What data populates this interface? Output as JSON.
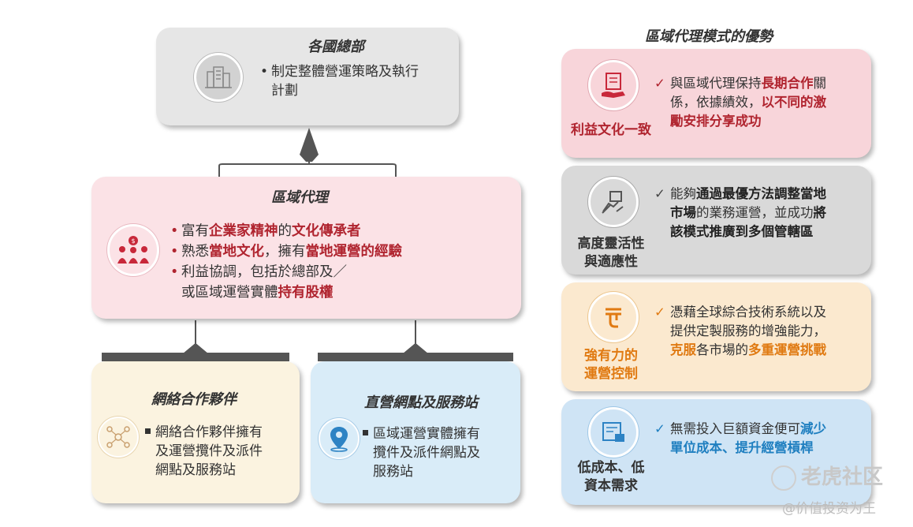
{
  "hq": {
    "title": "各國總部",
    "bullet": [
      "制定整體營運策略及執行",
      "計劃"
    ]
  },
  "regional": {
    "title": "區域代理",
    "bullets": [
      [
        {
          "t": "富有"
        },
        {
          "t": "企業家精神",
          "hl": "red"
        },
        {
          "t": "的"
        },
        {
          "t": "文化傳承者",
          "hl": "red"
        }
      ],
      [
        {
          "t": "熟悉"
        },
        {
          "t": "當地文化",
          "hl": "red"
        },
        {
          "t": "，擁有"
        },
        {
          "t": "當地運營的經驗",
          "hl": "red"
        }
      ],
      [
        {
          "t": "利益協調，包括於總部及／"
        }
      ],
      [
        {
          "t": "或區域運營實體"
        },
        {
          "t": "持有股權",
          "hl": "red"
        }
      ]
    ]
  },
  "network": {
    "title": "網絡合作夥伴",
    "lines": [
      "網絡合作夥伴擁有",
      "及運營攬件及派件",
      "網點及服務站"
    ]
  },
  "direct": {
    "title": "直營網點及服務站",
    "lines": [
      "區域運營實體擁有",
      "攬件及派件網點及",
      "服務站"
    ]
  },
  "advantages": {
    "title": "區域代理模式的優勢",
    "items": [
      {
        "label": [
          "利益文化一致"
        ],
        "lines": [
          [
            {
              "t": "與區域代理保持"
            },
            {
              "t": "長期合作",
              "hl": "red"
            },
            {
              "t": "關"
            }
          ],
          [
            {
              "t": "係，依據績效，"
            },
            {
              "t": "以不同的激",
              "hl": "red"
            }
          ],
          [
            {
              "t": "勵安排分享成功",
              "hl": "red"
            }
          ]
        ]
      },
      {
        "label": [
          "高度靈活性",
          "與適應性"
        ],
        "lines": [
          [
            {
              "t": "能夠"
            },
            {
              "t": "通過最優方法調整當地",
              "hl": "dark"
            }
          ],
          [
            {
              "t": "市場",
              "hl": "dark"
            },
            {
              "t": "的業務運營，並成功"
            },
            {
              "t": "將",
              "hl": "dark"
            }
          ],
          [
            {
              "t": "該模式推廣到多個管轄區",
              "hl": "dark"
            }
          ]
        ]
      },
      {
        "label": [
          "強有力的",
          "運營控制"
        ],
        "lines": [
          [
            {
              "t": "憑藉全球綜合技術系統以及"
            }
          ],
          [
            {
              "t": "提供定製服務的增強能力，"
            }
          ],
          [
            {
              "t": "克服",
              "hl": "orange"
            },
            {
              "t": "各市場的"
            },
            {
              "t": "多重運營挑戰",
              "hl": "orange"
            }
          ]
        ]
      },
      {
        "label": [
          "低成本、低",
          "資本需求"
        ],
        "lines": [
          [
            {
              "t": "無需投入巨額資金便可"
            },
            {
              "t": "減少",
              "hl": "blue"
            }
          ],
          [
            {
              "t": "單位成本、提升經營槓桿",
              "hl": "blue"
            }
          ]
        ]
      }
    ]
  },
  "watermark": {
    "brand": "老虎社区",
    "handle": "@价值投资为王"
  },
  "colors": {
    "hq_bg": "#e6e6e6",
    "regional_bg": "#fbe2e6",
    "network_bg": "#fbf3e0",
    "direct_bg": "#d9ecf8",
    "red_accent": "#b0242f",
    "orange_accent": "#e07a12",
    "blue_accent": "#1f7fc0"
  }
}
